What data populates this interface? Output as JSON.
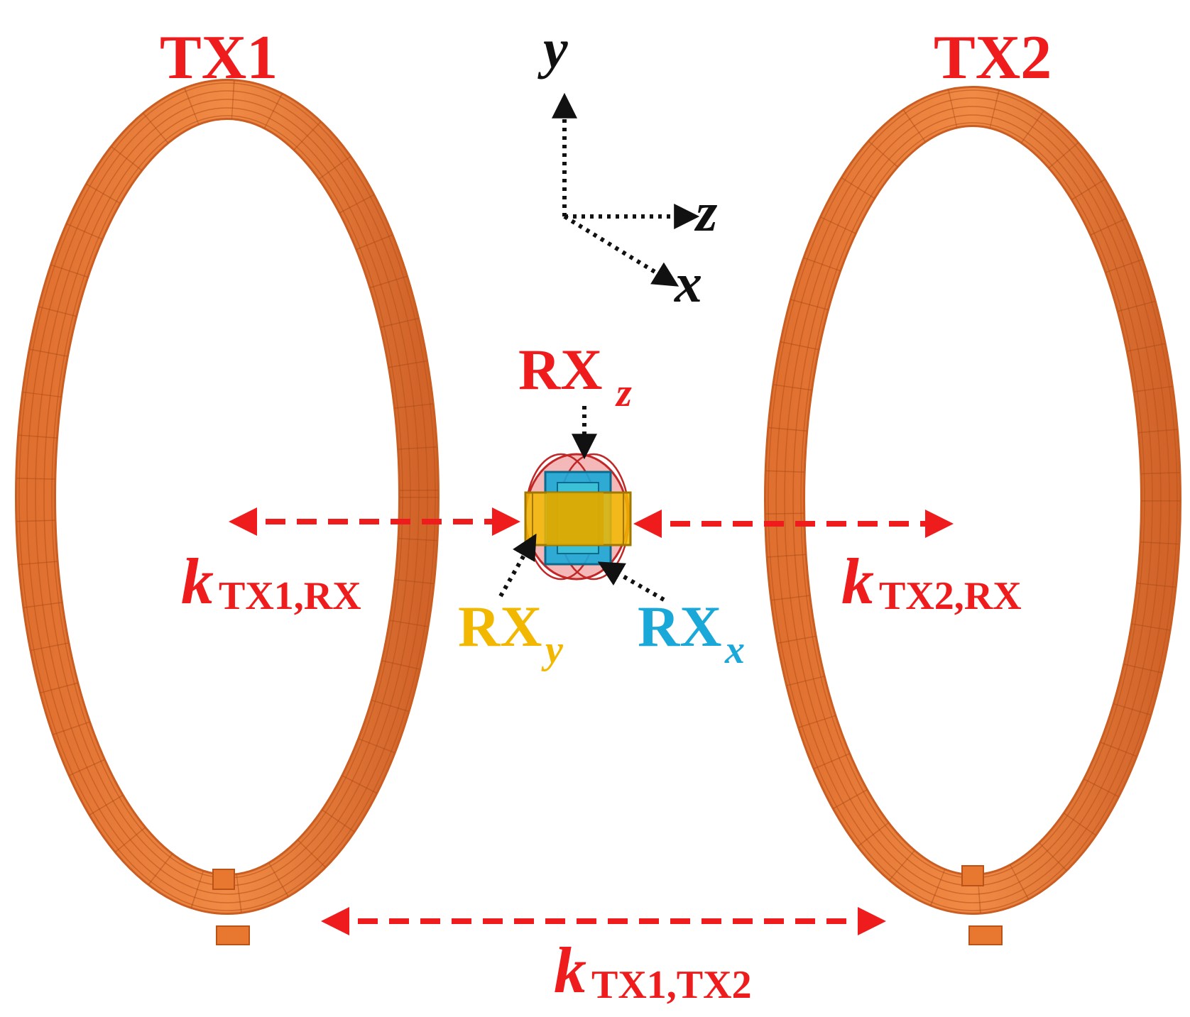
{
  "labels": {
    "tx1": "TX1",
    "tx2": "TX2",
    "axis_y": "y",
    "axis_z": "z",
    "axis_x": "x",
    "rx_main": "RX",
    "rx_z_sub": "z",
    "rx_y_sub": "y",
    "rx_x_sub": "x",
    "k_symbol": "k",
    "k_tx1_rx_sub": "TX1,RX",
    "k_tx2_rx_sub": "TX2,RX",
    "k_tx1_tx2_sub": "TX1,TX2"
  },
  "colors": {
    "label_red": "#ee1c1c",
    "coil_copper": "#e8772f",
    "coil_dark": "#b9531a",
    "rx_y_gold": "#f2b800",
    "rx_x_cyan": "#19a8d8",
    "rx_z_pink": "#f2a6a6",
    "axis_black": "#111111"
  }
}
